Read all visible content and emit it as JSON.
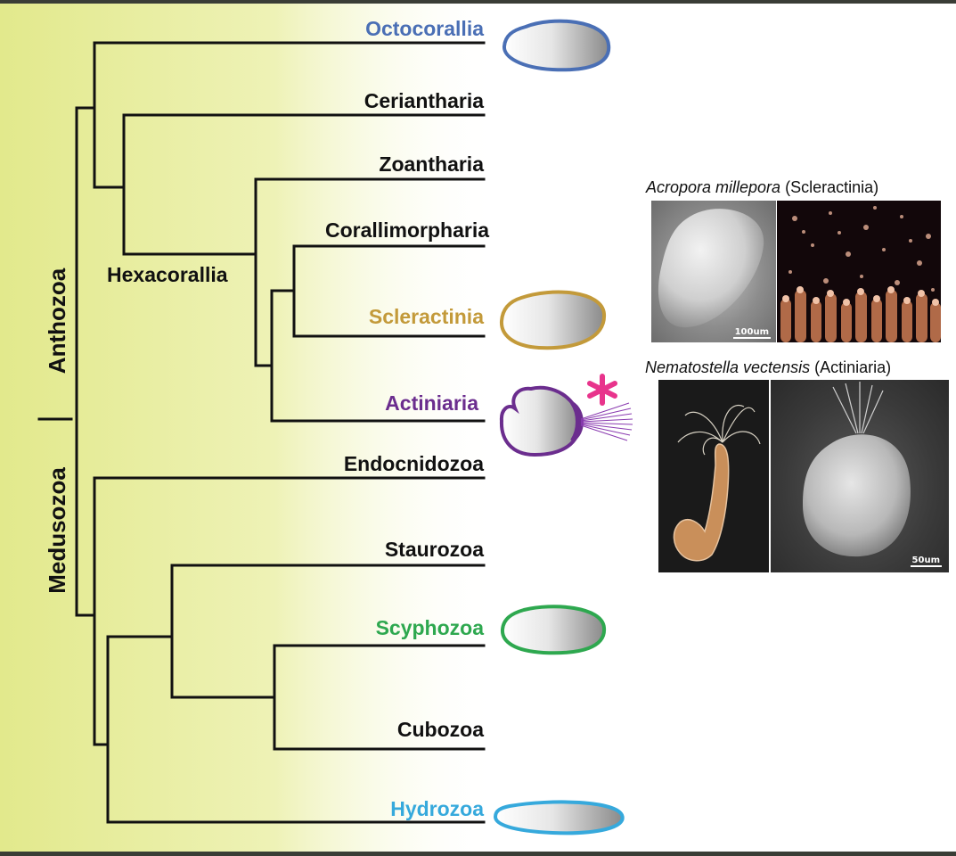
{
  "colors": {
    "octocorallia": "#4a6fb5",
    "scleractinia": "#c39a3a",
    "actiniaria": "#6b2d8e",
    "scyphozoa": "#2ea84f",
    "hydrozoa": "#36a9dc",
    "asterisk": "#e8348c",
    "black": "#111111"
  },
  "groups": {
    "anthozoa": "Anthozoa",
    "medusozoa": "Medusozoa",
    "hexacorallia": "Hexacorallia"
  },
  "taxa": [
    {
      "key": "octocorallia",
      "label": "Octocorallia",
      "color": "#4a6fb5"
    },
    {
      "key": "ceriantharia",
      "label": "Ceriantharia",
      "color": "#111111"
    },
    {
      "key": "zoantharia",
      "label": "Zoantharia",
      "color": "#111111"
    },
    {
      "key": "corallimorpharia",
      "label": "Corallimorpharia",
      "color": "#111111"
    },
    {
      "key": "scleractinia",
      "label": "Scleractinia",
      "color": "#c39a3a"
    },
    {
      "key": "actiniaria",
      "label": "Actiniaria",
      "color": "#6b2d8e"
    },
    {
      "key": "endocnidozoa",
      "label": "Endocnidozoa",
      "color": "#111111"
    },
    {
      "key": "staurozoa",
      "label": "Staurozoa",
      "color": "#111111"
    },
    {
      "key": "scyphozoa",
      "label": "Scyphozoa",
      "color": "#2ea84f"
    },
    {
      "key": "cubozoa",
      "label": "Cubozoa",
      "color": "#111111"
    },
    {
      "key": "hydrozoa",
      "label": "Hydrozoa",
      "color": "#36a9dc"
    }
  ],
  "captions": {
    "acropora_species": "Acropora millepora",
    "acropora_group": "(Scleractinia)",
    "nematostella_species": "Nematostella vectensis",
    "nematostella_group": "(Actiniaria)"
  },
  "scale_bars": {
    "acropora": "100um",
    "nematostella": "50um"
  },
  "icons": {
    "larva": "larva-icon",
    "asterisk": "asterisk-icon",
    "cilia": "apical-tuft-icon"
  }
}
